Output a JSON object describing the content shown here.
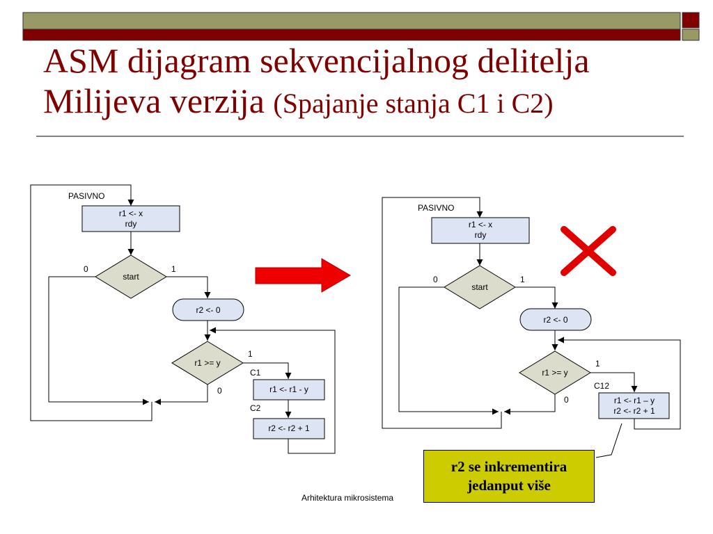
{
  "title": {
    "line1": "ASM dijagram sekvencijalnog delitelja",
    "line2_main": "Milijeva verzija ",
    "line2_paren": "(Spajanje stanja C1 i C2)"
  },
  "footer": "Arhitektura mikrosistema",
  "note": {
    "line1": "r2 se inkrementira",
    "line2": "jedanput više"
  },
  "left_diagram": {
    "state_label": "PASIVNO",
    "state_box": [
      "r1 <- x",
      "rdy"
    ],
    "decision_start": "start",
    "start_zero": "0",
    "start_one": "1",
    "oval": "r2 <- 0",
    "decision_cmp": "r1 >= y",
    "cmp_one": "1",
    "cmp_zero": "0",
    "c1_label": "C1",
    "c1_box": "r1 <- r1 - y",
    "c2_label": "C2",
    "c2_box": "r2 <- r2 + 1"
  },
  "right_diagram": {
    "state_label": "PASIVNO",
    "state_box": [
      "r1 <- x",
      "rdy"
    ],
    "decision_start": "start",
    "start_zero": "0",
    "start_one": "1",
    "oval": "r2 <- 0",
    "decision_cmp": "r1 >= y",
    "cmp_one": "1",
    "cmp_zero": "0",
    "c12_label": "C12",
    "c12_box": [
      "r1 <- r1 – y",
      "r2 <- r2 + 1"
    ]
  },
  "colors": {
    "title": "#800000",
    "top_bar_olive": "#999966",
    "top_bar_maroon": "#800000",
    "state_fill": "#dde4f3",
    "diamond_fill": "#dcdccc",
    "arrow_red": "#ee0000",
    "cross_red": "#e00000",
    "note_fill": "#cccc00"
  }
}
